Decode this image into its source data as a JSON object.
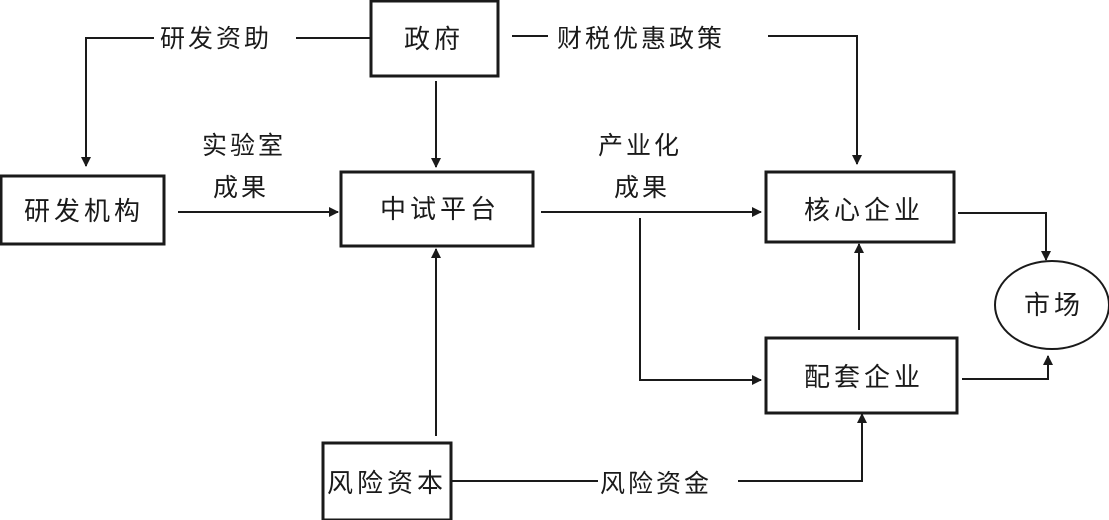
{
  "diagram": {
    "nodes": {
      "government": "政府",
      "rd_institution": "研发机构",
      "pilot_platform": "中试平台",
      "core_enterprise": "核心企业",
      "supporting_enterprise": "配套企业",
      "market": "市场",
      "venture_capital": "风险资本"
    },
    "edge_labels": {
      "rd_funding": "研发资助",
      "tax_incentives": "财税优惠政策",
      "lab_results_line1": "实验室",
      "lab_results_line2": "成果",
      "industrial_results_line1": "产业化",
      "industrial_results_line2": "成果",
      "venture_funds": "风险资金"
    },
    "edges": [
      {
        "from": "government",
        "to": "rd_institution",
        "label": "研发资助"
      },
      {
        "from": "government",
        "to": "pilot_platform",
        "label": ""
      },
      {
        "from": "government",
        "to": "core_enterprise",
        "label": "财税优惠政策"
      },
      {
        "from": "rd_institution",
        "to": "pilot_platform",
        "label": "实验室成果"
      },
      {
        "from": "pilot_platform",
        "to": "core_enterprise",
        "label": "产业化成果"
      },
      {
        "from": "pilot_platform",
        "to": "supporting_enterprise",
        "label": ""
      },
      {
        "from": "supporting_enterprise",
        "to": "core_enterprise",
        "label": ""
      },
      {
        "from": "core_enterprise",
        "to": "market",
        "label": ""
      },
      {
        "from": "supporting_enterprise",
        "to": "market",
        "label": ""
      },
      {
        "from": "venture_capital",
        "to": "pilot_platform",
        "label": ""
      },
      {
        "from": "venture_capital",
        "to": "supporting_enterprise",
        "label": "风险资金"
      }
    ]
  }
}
